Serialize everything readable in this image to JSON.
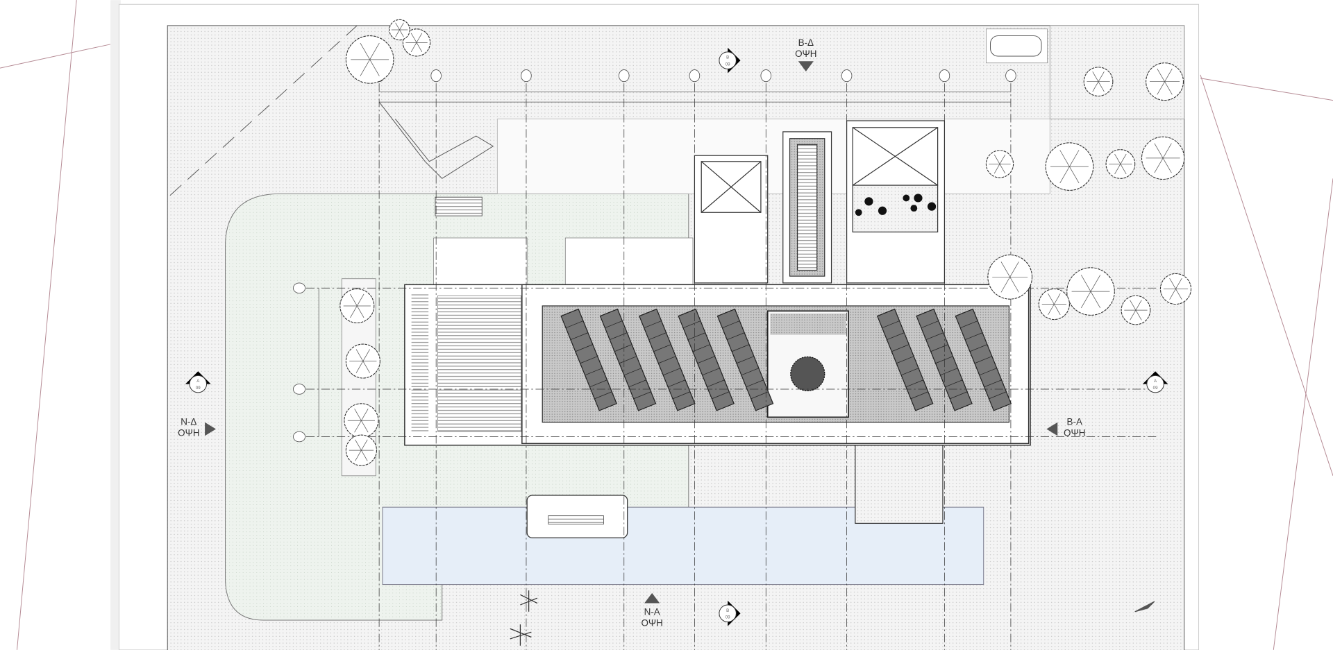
{
  "drawing": {
    "elevations": {
      "north_east": {
        "line1": "Β-Δ",
        "line2": "ΟΨΗ"
      },
      "west": {
        "line1": "Ν-Δ",
        "line2": "ΟΨΗ"
      },
      "east": {
        "line1": "Β-Α",
        "line2": "ΟΨΗ"
      },
      "south": {
        "line1": "Ν-Α",
        "line2": "ΟΨΗ"
      }
    },
    "sections": {
      "a": {
        "letter": "A",
        "sheet": "09"
      },
      "b": {
        "letter": "B",
        "sheet": "09"
      }
    },
    "colors": {
      "line": "#333333",
      "green_area": "#eef3ee",
      "pool": "#e6eef8",
      "hatch": "#cfcfcf",
      "frame_line": "#b58a94"
    }
  }
}
